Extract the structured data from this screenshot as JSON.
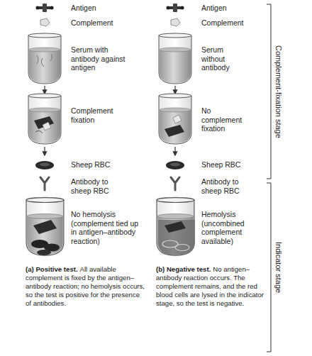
{
  "diagram": {
    "labels": [
      "Antigen",
      "Antigen",
      "Complement",
      "Complement",
      "Serum with antibody against antigen",
      "Serum without antibody",
      "Complement fixation",
      "No complement fixation",
      "Sheep RBC",
      "Sheep RBC",
      "Antibody to sheep RBC",
      "Antibody to sheep RBC",
      "No hemolysis (complement tied up in antigen–antibody reaction)",
      "Hemolysis (uncombined complement available)",
      "(a) Positive test.",
      "All available complement is fixed by the antigen–antibody reaction; no hemolysis occurs, so the test is positive for the presence of antibodies.",
      "(b) Negative test.",
      "No antigen–antibody reaction occurs. The complement remains, and the red blood cells are lysed in the indicator stage, so the test is negative.",
      "Complement-fixation stage",
      "Indicator stage"
    ]
  }
}
